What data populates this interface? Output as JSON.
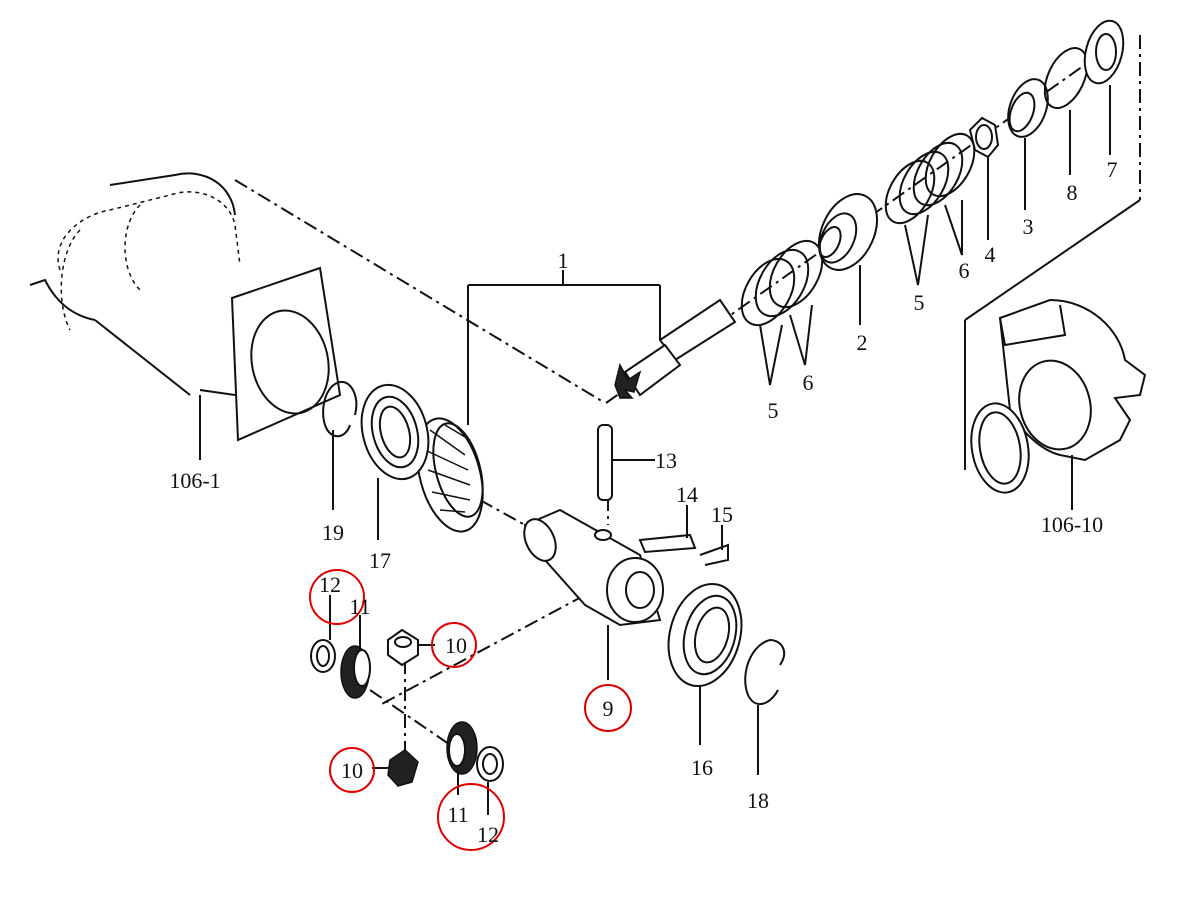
{
  "callouts": {
    "c1": "1",
    "c2": "2",
    "c3": "3",
    "c4": "4",
    "c5a": "5",
    "c5b": "5",
    "c6a": "6",
    "c6b": "6",
    "c7": "7",
    "c8": "8",
    "c9": "9",
    "c10a": "10",
    "c10b": "10",
    "c11a": "11",
    "c11b": "11",
    "c12a": "12",
    "c12b": "12",
    "c13": "13",
    "c14": "14",
    "c15": "15",
    "c16": "16",
    "c17": "17",
    "c18": "18",
    "c19": "19",
    "c106_1": "106-1",
    "c106_10": "106-10"
  },
  "highlighted_callouts": [
    "9",
    "10",
    "10",
    "11",
    "12",
    "11",
    "12"
  ],
  "colors": {
    "line": "#111111",
    "highlight": "#e00000",
    "background": "#ffffff"
  }
}
